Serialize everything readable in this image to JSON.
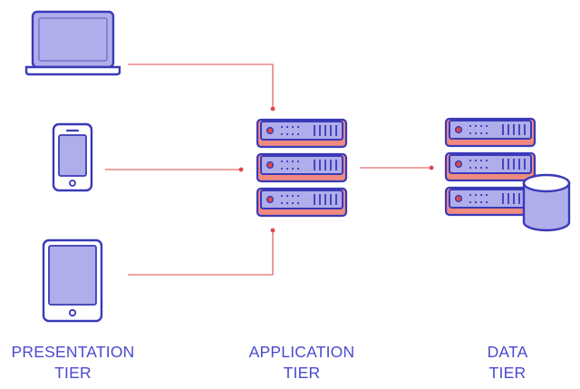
{
  "tiers": [
    {
      "line1": "PRESENTATION",
      "line2": "TIER"
    },
    {
      "line1": "APPLICATION",
      "line2": "TIER"
    },
    {
      "line1": "DATA",
      "line2": "TIER"
    }
  ],
  "icons": {
    "presentation": [
      "laptop-icon",
      "smartphone-icon",
      "tablet-icon"
    ],
    "application": "server-rack-icon",
    "data": [
      "server-rack-icon",
      "database-icon"
    ]
  },
  "colors": {
    "outline": "#3a3ab8",
    "fill": "#b0aeea",
    "accent": "#f08a80",
    "dot": "#e04848",
    "connector": "#e04848",
    "label": "#4a4ad0"
  }
}
